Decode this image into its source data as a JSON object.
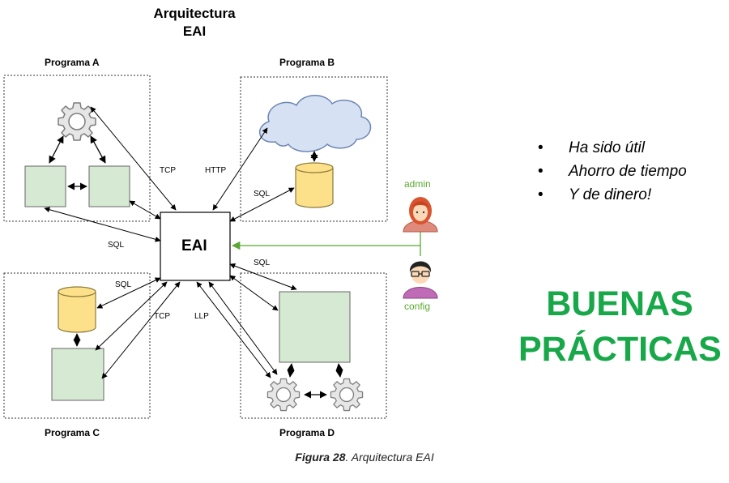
{
  "diagram": {
    "title_line1": "Arquitectura",
    "title_line2": "EAI",
    "hub_label": "EAI",
    "programs": {
      "a": "Programa A",
      "b": "Programa B",
      "c": "Programa C",
      "d": "Programa D"
    },
    "protocols": {
      "tcp_a": "TCP",
      "http_b": "HTTP",
      "sql_b": "SQL",
      "sql_a": "SQL",
      "sql_d": "SQL",
      "sql_c": "SQL",
      "tcp_c": "TCP",
      "llp_d": "LLP"
    },
    "people": {
      "admin": "admin",
      "config": "config"
    },
    "colors": {
      "app_box_fill": "#d6ead3",
      "database_fill": "#fde08a",
      "cloud_fill": "#d6e2f3",
      "link_green": "#5aa832",
      "headline_green": "#18a84a"
    }
  },
  "bullets": [
    "Ha sido útil",
    "Ahorro de tiempo",
    "Y de dinero!"
  ],
  "headline": {
    "line1": "BUENAS",
    "line2": "PRÁCTICAS"
  },
  "caption": {
    "label": "Figura 28",
    "text": ". Arquitectura EAI"
  }
}
